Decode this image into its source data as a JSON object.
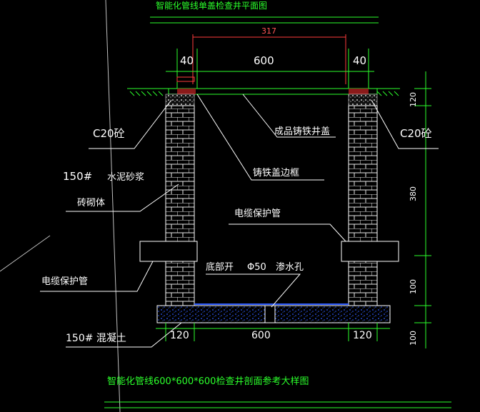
{
  "drawing": {
    "top_title": "智能化管线单盖检查井平面图",
    "bottom_title": "智能化管线600*600*600检查井剖面参考大样图",
    "colors": {
      "background": "#000000",
      "title": "#2bff2b",
      "text": "#ffffff",
      "dimension": "#2bff2b",
      "brick": "#ffffff",
      "cover": "#8b1a1a",
      "concrete_dot": "#2d5bff",
      "pipe_outline": "#ffffff",
      "cursor_dim": "#ff3b3b"
    }
  },
  "labels": {
    "cover": "成品铸铁井盖",
    "frame": "铸铁盖边框",
    "c20_left": "C20砼",
    "c20_right": "C20砼",
    "mortar_a": "150#",
    "mortar_b": "水泥砂浆",
    "masonry": "砖砌体",
    "pipe_left": "电缆保护管",
    "pipe_right": "电缆保护管",
    "drain_a": "底部开",
    "drain_b": "Φ50",
    "drain_c": "渗水孔",
    "concrete": "150# 混凝土"
  },
  "dimensions": {
    "top_red": "317",
    "top_left": "40",
    "top_mid": "600",
    "top_right": "40",
    "bottom_left": "120",
    "bottom_mid": "600",
    "bottom_right": "120",
    "right_1": "120",
    "right_2": "380",
    "right_3": "100",
    "right_4": "100"
  }
}
